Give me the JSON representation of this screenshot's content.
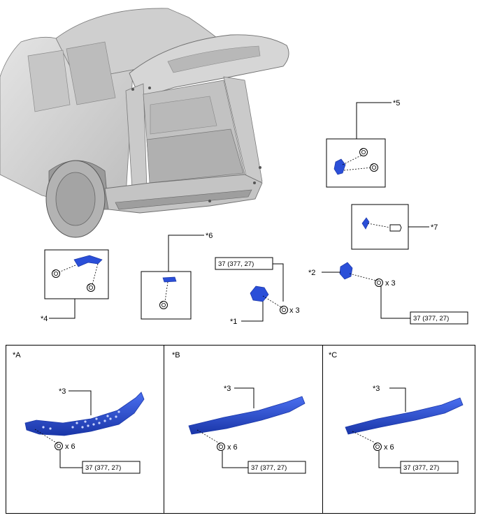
{
  "callouts": {
    "c1": "*1",
    "c2": "*2",
    "c3": "*3",
    "c4": "*4",
    "c5": "*5",
    "c6": "*6",
    "c7": "*7"
  },
  "panels": {
    "a": "*A",
    "b": "*B",
    "c": "*C"
  },
  "torque": "37 (377, 27)",
  "qty": {
    "x3": "x 3",
    "x6": "x 6"
  },
  "colors": {
    "part_blue": "#2b4fd8",
    "part_blue_dark": "#1a36a8",
    "car_body": "#d9d9d9",
    "car_shadow": "#a8a8a8"
  }
}
